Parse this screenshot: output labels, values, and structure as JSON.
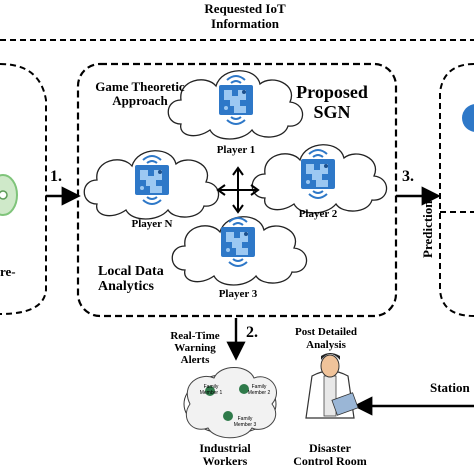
{
  "header": {
    "line1": "Requested IoT",
    "line2": "Information"
  },
  "steps": {
    "one": "1.",
    "two": "2.",
    "three": "3."
  },
  "sgn": {
    "approach_line1": "Game Theoretic",
    "approach_line2": "Approach",
    "title_line1": "Proposed",
    "title_line2": "SGN",
    "local_line1": "Local Data",
    "local_line2": "Analytics"
  },
  "players": [
    {
      "label": "Player 1"
    },
    {
      "label": "Player 2"
    },
    {
      "label": "Player N"
    },
    {
      "label": "Player 3"
    }
  ],
  "left_partial": "re-",
  "right_partial": "Prediction",
  "warning": {
    "line1": "Real-Time",
    "line2": "Warning",
    "line3": "Alerts"
  },
  "post_analysis": {
    "line1": "Post Detailed",
    "line2": "Analysis"
  },
  "family": {
    "member1": "Family Member 1",
    "member2": "Family Member 2",
    "member3": "Family Member 3"
  },
  "workers": {
    "line1": "Industrial",
    "line2": "Workers"
  },
  "control_room": {
    "line1": "Disaster",
    "line2": "Control Room"
  },
  "station_partial": "Station",
  "colors": {
    "chip_blue": "#2e78c8",
    "chip_light": "#5aa0e6",
    "cloud_stroke": "#222222",
    "green_accent": "#7fc47a"
  }
}
